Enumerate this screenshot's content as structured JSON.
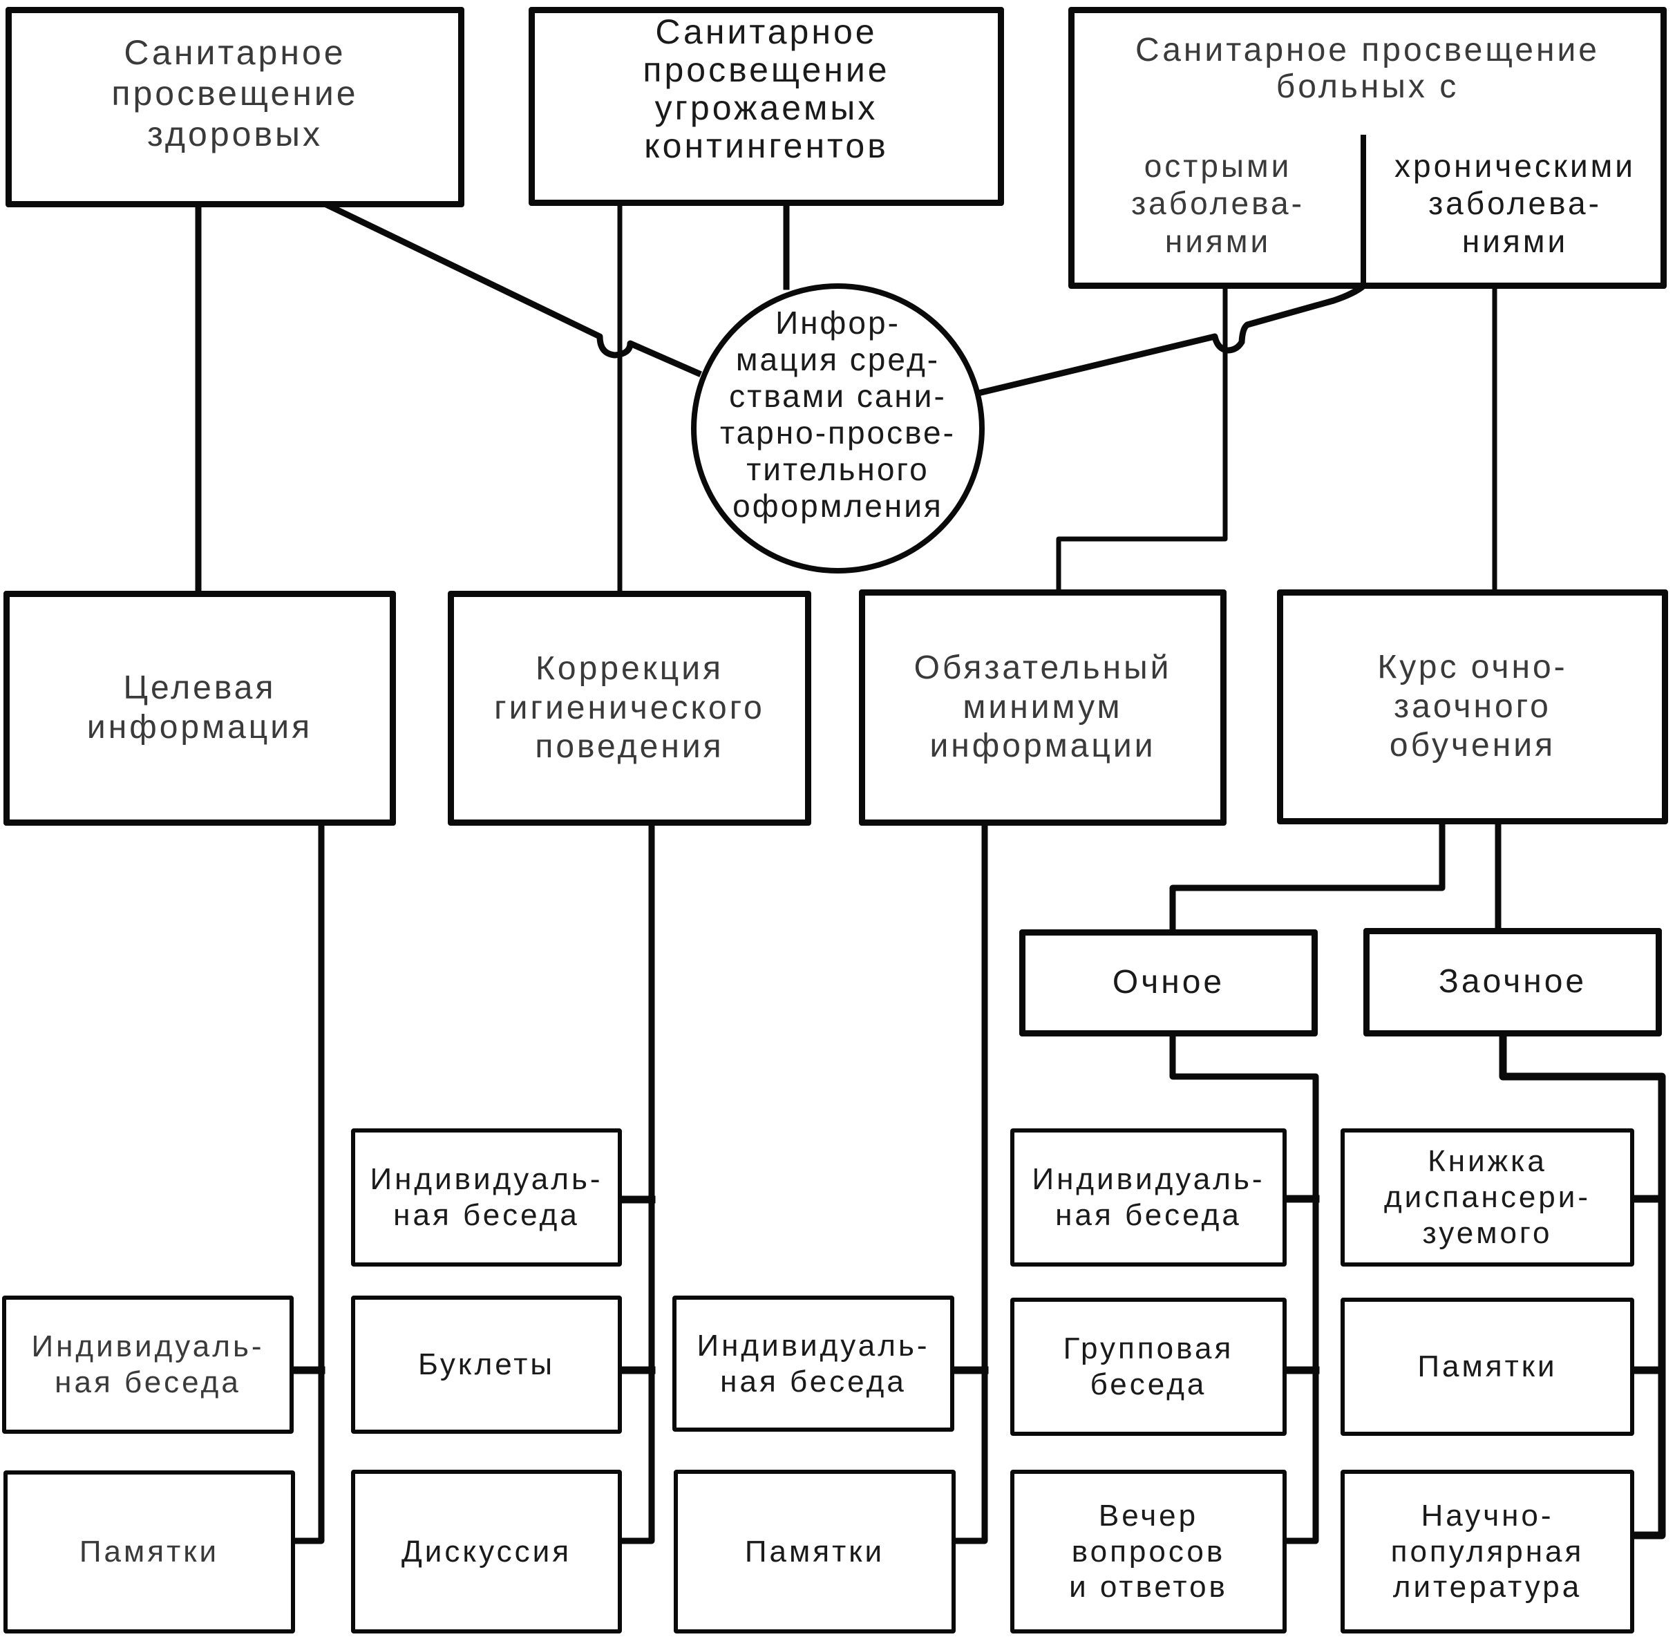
{
  "diagram": {
    "type": "flowchart",
    "language": "ru",
    "top_level": {
      "healthy": "Санитарное\nпросвещение\nздоровых",
      "at_risk": "Санитарное\nпросвещение\nугрожаемых\nконтингентов",
      "patients": {
        "title": "Санитарное просвещение\nбольных  с",
        "acute": "острыми\nзаболева-\nниями",
        "chronic": "хроническими\nзаболева-\nниями"
      }
    },
    "hub": "Инфор-\nмация сред-\nствами сани-\nтарно-просве-\nтительного\nоформления",
    "second_level": {
      "targeted": "Целевая\nинформация",
      "correction": "Коррекция\nгигиенического\nповедения",
      "minimum": "Обязательный\nминимум\nинформации",
      "course": "Курс очно-\nзаочного\nобучения"
    },
    "course_modes": {
      "fulltime": "Очное",
      "distance": "Заочное"
    },
    "leaves": {
      "targeted": [
        "Индивидуаль-\nная беседа",
        "Памятки"
      ],
      "correction": [
        "Индивидуаль-\nная беседа",
        "Буклеты",
        "Дискуссия"
      ],
      "minimum": [
        "Индивидуаль-\nная беседа",
        "Памятки"
      ],
      "fulltime": [
        "Индивидуаль-\nная беседа",
        "Групповая\nбеседа",
        "Вечер\nвопросов\nи ответов"
      ],
      "distance": [
        "Книжка\nдиспансери-\nзуемого",
        "Памятки",
        "Научно-\nпопулярная\nлитература"
      ]
    },
    "colors": {
      "ink": "#0a0a0a",
      "paper": "#ffffff"
    }
  }
}
